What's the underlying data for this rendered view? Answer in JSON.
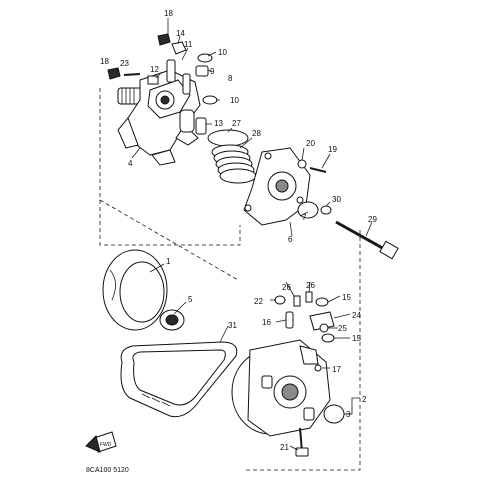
{
  "diagram": {
    "callouts": {
      "p1": "1",
      "p2": "2",
      "p3": "3",
      "p4": "4",
      "p5": "5",
      "p6": "6",
      "p7": "7",
      "p8": "8",
      "p9": "9",
      "p10a": "10",
      "p10b": "10",
      "p11": "11",
      "p12": "12",
      "p13": "13",
      "p14": "14",
      "p15a": "15",
      "p15b": "15",
      "p16": "16",
      "p17": "17",
      "p18a": "18",
      "p18b": "18",
      "p19": "19",
      "p20": "20",
      "p21": "21",
      "p22": "22",
      "p23": "23",
      "p24": "24",
      "p25": "25",
      "p26a": "26",
      "p26b": "26",
      "p27": "27",
      "p28": "28",
      "p29": "29",
      "p30": "30",
      "p31": "31"
    },
    "fwd_label": "FWD",
    "drawing_code": "8CA100 5120",
    "colors": {
      "ink": "#111111",
      "background": "#ffffff"
    }
  }
}
